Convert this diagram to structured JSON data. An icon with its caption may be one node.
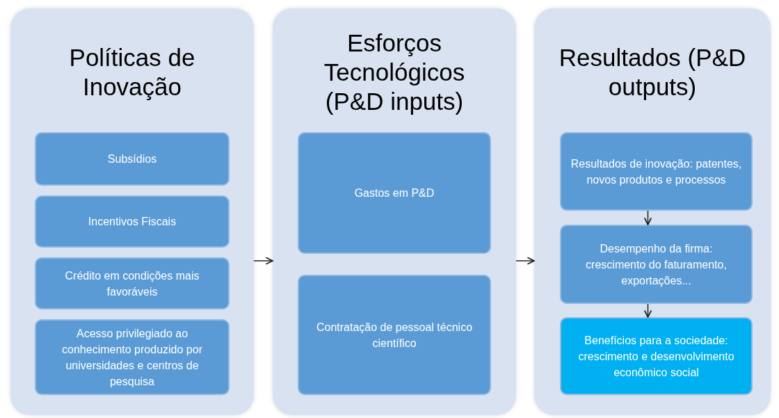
{
  "diagram": {
    "nodes": [
      {
        "text": [
          "Políticas de Inovação"
        ]
      },
      {
        "text": [
          "Subsídios"
        ],
        "in": 0
      },
      {
        "text": [
          "Incentivos Fiscais"
        ],
        "in": 0
      },
      {
        "text": [
          "Crédito em condições mais favoráveis"
        ],
        "in": 0
      },
      {
        "text": [
          "Acesso privilegiado ao conhecimento produzido por universidades e centros de pesquisa"
        ],
        "in": 0
      },
      {
        "text": [
          "Esforços Tecnológicos (P&D inputs)"
        ]
      },
      {
        "text": [
          "Gastos em P&D"
        ],
        "in": 5
      },
      {
        "text": [
          "Contratação de pessoal técnico científico"
        ],
        "in": 5
      },
      {
        "text": [
          "Resultados (P&D outputs)"
        ]
      },
      {
        "text": [
          "Resultados de inovação: patentes, novos produtos e processos"
        ],
        "in": 8
      },
      {
        "text": [
          "Desempenho da firma: crescimento do faturamento, exportações..."
        ],
        "in": 8
      },
      {
        "text": [
          "Benefícios para a sociedade: crescimento e desenvolvimento econômico social"
        ],
        "in": 8
      }
    ],
    "edges": [
      {
        "from": 0,
        "to": 5,
        "arrow": "to"
      },
      {
        "from": 5,
        "to": 8,
        "arrow": "to"
      },
      {
        "from": 9,
        "to": 10,
        "arrow": "to"
      },
      {
        "from": 10,
        "to": 11,
        "arrow": "to"
      }
    ]
  }
}
